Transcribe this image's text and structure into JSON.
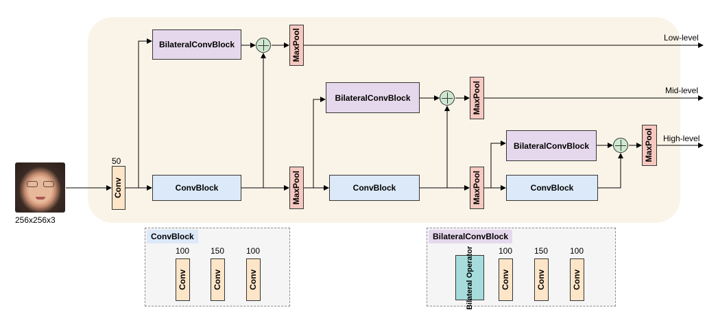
{
  "input": {
    "label": "256x256x3"
  },
  "conv_stem": {
    "label": "Conv",
    "channels": "50"
  },
  "main": {
    "convblock_label": "ConvBlock",
    "bilateral_label": "BilateralConvBlock",
    "maxpool_label": "MaxPool"
  },
  "outputs": {
    "low": "Low-level",
    "mid": "Mid-level",
    "high": "High-level"
  },
  "legend_convblock": {
    "title": "ConvBlock",
    "convs": [
      {
        "label": "Conv",
        "channels": "100"
      },
      {
        "label": "Conv",
        "channels": "150"
      },
      {
        "label": "Conv",
        "channels": "100"
      }
    ]
  },
  "legend_bilateral": {
    "title": "BilateralConvBlock",
    "operator": "Bilateral Operator",
    "convs": [
      {
        "label": "Conv",
        "channels": "100"
      },
      {
        "label": "Conv",
        "channels": "150"
      },
      {
        "label": "Conv",
        "channels": "100"
      }
    ]
  },
  "colors": {
    "panel": "#faf4e8",
    "convblock": "#dbe9f8",
    "bilateral": "#e6d8ec",
    "maxpool": "#f5c8c0",
    "conv": "#fde5c8",
    "operator": "#a7dcdc",
    "add": "#cfe8d0"
  },
  "icons": {
    "add_node": "circle-plus-icon",
    "input_image": "face-photo"
  }
}
